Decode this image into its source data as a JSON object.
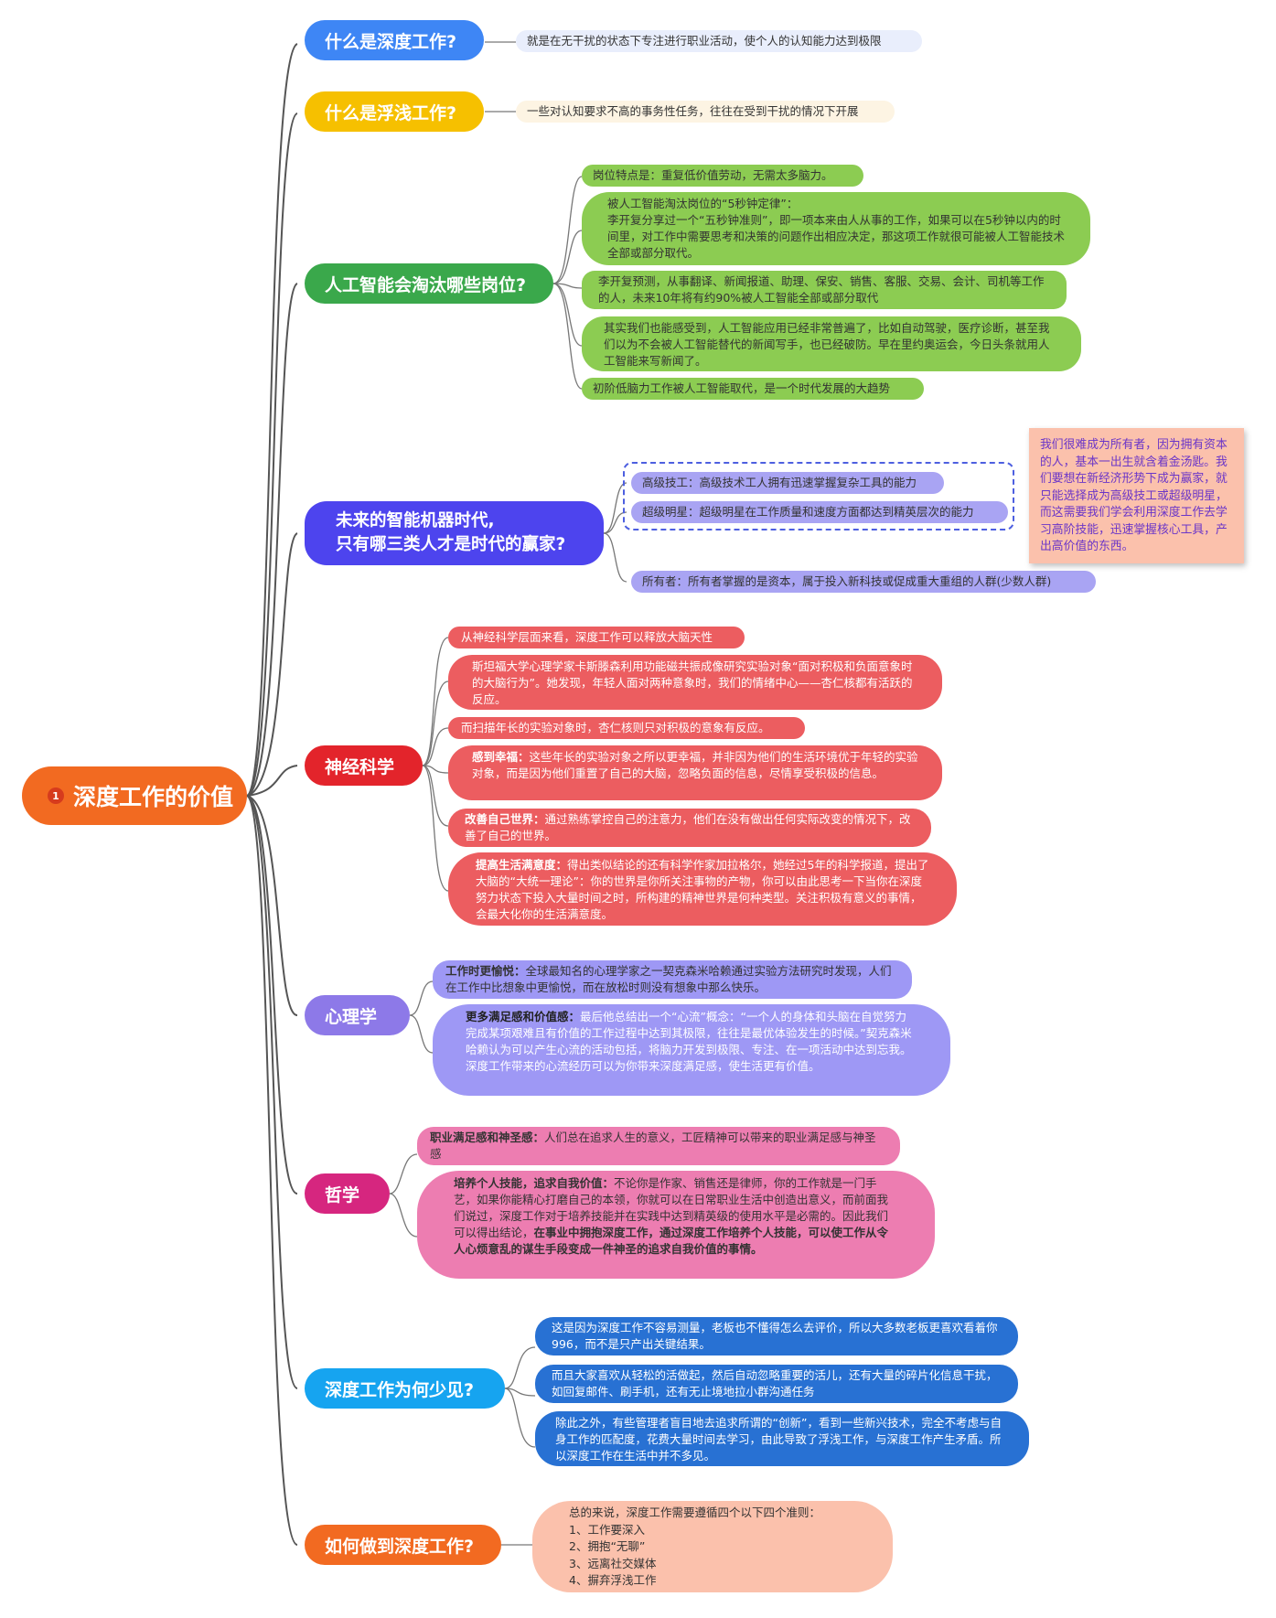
{
  "root": {
    "badge": "1",
    "title": "深度工作的价值"
  },
  "colors": {
    "root": "#f26a21",
    "blue": "#3e86f5",
    "yellow": "#f6c000",
    "green": "#3aa84b",
    "indigo": "#4d44ee",
    "red": "#e3242b",
    "purple": "#8d79e8",
    "pink": "#d6267f",
    "cyan": "#16a4f0",
    "orange": "#f26a21"
  },
  "branches": [
    {
      "label": "什么是深度工作?",
      "leaves": [
        "就是在无干扰的状态下专注进行职业活动，使个人的认知能力达到极限"
      ]
    },
    {
      "label": "什么是浮浅工作?",
      "leaves": [
        "一些对认知要求不高的事务性任务，往往在受到干扰的情况下开展"
      ]
    },
    {
      "label": "人工智能会淘汰哪些岗位?",
      "leaves": [
        "岗位特点是：重复低价值劳动，无需太多脑力。",
        "被人工智能淘汰岗位的“5秒钟定律”：\n李开复分享过一个“五秒钟准则”，即一项本来由人从事的工作，如果可以在5秒钟以内的时间里，对工作中需要思考和决策的问题作出相应决定，那这项工作就很可能被人工智能技术全部或部分取代。",
        "李开复预测，从事翻译、新闻报道、助理、保安、销售、客服、交易、会计、司机等工作的人，未来10年将有约90%被人工智能全部或部分取代",
        "其实我们也能感受到，人工智能应用已经非常普遍了，比如自动驾驶，医疗诊断，甚至我们以为不会被人工智能替代的新闻写手，也已经破防。早在里约奥运会，今日头条就用人工智能来写新闻了。",
        "初阶低脑力工作被人工智能取代，是一个时代发展的大趋势"
      ]
    },
    {
      "label": "未来的智能机器时代,\n只有哪三类人才是时代的赢家?",
      "leaves": [
        "高级技工：高级技术工人拥有迅速掌握复杂工具的能力",
        "超级明星：超级明星在工作质量和速度方面都达到精英层次的能力",
        "所有者：所有者掌握的是资本，属于投入新科技或促成重大重组的人群(少数人群)"
      ],
      "note": "我们很难成为所有者，因为拥有资本的人，基本一出生就含着金汤匙。我们要想在新经济形势下成为赢家，就只能选择成为高级技工或超级明星，而这需要我们学会利用深度工作去学习高阶技能，迅速掌握核心工具，产出高价值的东西。"
    },
    {
      "label": "神经科学",
      "leaves": [
        {
          "lead": "",
          "text": "从神经科学层面来看，深度工作可以释放大脑天性"
        },
        {
          "lead": "",
          "text": "斯坦福大学心理学家卡斯滕森利用功能磁共振成像研究实验对象“面对积极和负面意象时的大脑行为”。她发现，年轻人面对两种意象时，我们的情绪中心——杏仁核都有活跃的反应。"
        },
        {
          "lead": "",
          "text": "而扫描年长的实验对象时，杏仁核则只对积极的意象有反应。"
        },
        {
          "lead": "感到幸福：",
          "text": "这些年长的实验对象之所以更幸福，并非因为他们的生活环境优于年轻的实验对象，而是因为他们重置了自己的大脑，忽略负面的信息，尽情享受积极的信息。"
        },
        {
          "lead": "改善自己世界：",
          "text": "通过熟练掌控自己的注意力，他们在没有做出任何实际改变的情况下，改善了自己的世界。"
        },
        {
          "lead": "提高生活满意度：",
          "text": "得出类似结论的还有科学作家加拉格尔，她经过5年的科学报道，提出了大脑的“大统一理论”：你的世界是你所关注事物的产物，你可以由此思考一下当你在深度努力状态下投入大量时间之时，所构建的精神世界是何种类型。关注积极有意义的事情，会最大化你的生活满意度。"
        }
      ]
    },
    {
      "label": "心理学",
      "leaves": [
        {
          "lead": "工作时更愉悦：",
          "text": "全球最知名的心理学家之一契克森米哈赖通过实验方法研究时发现，人们在工作中比想象中更愉悦，而在放松时则没有想象中那么快乐。"
        },
        {
          "lead": "更多满足感和价值感：",
          "text": "最后他总结出一个“心流”概念：“一个人的身体和头脑在自觉努力完成某项艰难且有价值的工作过程中达到其极限，往往是最优体验发生的时候。”契克森米哈赖认为可以产生心流的活动包括，将脑力开发到极限、专注、在一项活动中达到忘我。深度工作带来的心流经历可以为你带来深度满足感，使生活更有价值。"
        }
      ]
    },
    {
      "label": "哲学",
      "leaves": [
        {
          "lead": "职业满足感和神圣感：",
          "text": "人们总在追求人生的意义，工匠精神可以带来的职业满足感与神圣感"
        },
        {
          "lead": "培养个人技能，追求自我价值：",
          "text": "不论你是作家、销售还是律师，你的工作就是一门手艺，如果你能精心打磨自己的本领，你就可以在日常职业生活中创造出意义，而前面我们说过，深度工作对于培养技能并在实践中达到精英级的使用水平是必需的。因此我们可以得出结论，",
          "tail": "在事业中拥抱深度工作，通过深度工作培养个人技能，可以使工作从令人心烦意乱的谋生手段变成一件神圣的追求自我价值的事情。"
        }
      ]
    },
    {
      "label": "深度工作为何少见?",
      "leaves": [
        "这是因为深度工作不容易测量，老板也不懂得怎么去评价，所以大多数老板更喜欢看着你996，而不是只产出关键结果。",
        "而且大家喜欢从轻松的活做起，然后自动忽略重要的活儿，还有大量的碎片化信息干扰，如回复邮件、刷手机，还有无止境地拉小群沟通任务",
        "除此之外，有些管理者盲目地去追求所谓的“创新”，看到一些新兴技术，完全不考虑与自身工作的匹配度，花费大量时间去学习，由此导致了浮浅工作，与深度工作产生矛盾。所以深度工作在生活中并不多见。"
      ]
    },
    {
      "label": "如何做到深度工作?",
      "leaves": [
        "总的来说，深度工作需要遵循四个以下四个准则：\n1、工作要深入\n2、拥抱“无聊”\n3、远离社交媒体\n4、摒弃浮浅工作"
      ]
    }
  ]
}
